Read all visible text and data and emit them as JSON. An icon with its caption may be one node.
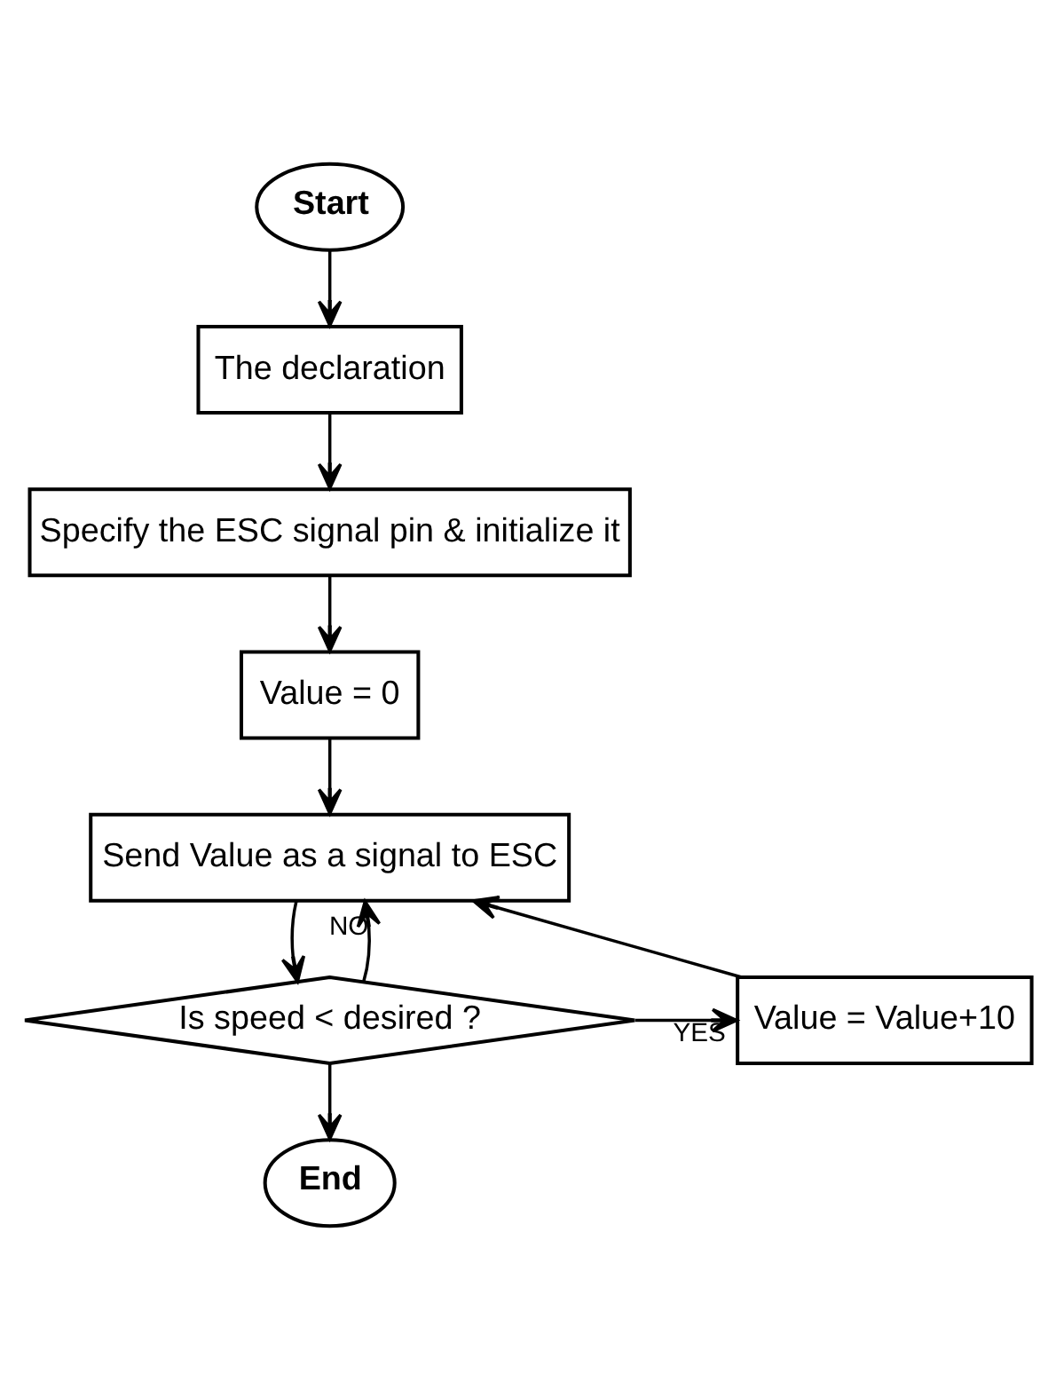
{
  "diagram": {
    "nodes": [
      {
        "text": [
          "Start"
        ]
      },
      {
        "text": [
          "The declaration"
        ]
      },
      {
        "text": [
          "Specify the ESC signal pin & initialize it"
        ]
      },
      {
        "text": [
          "Value = 0"
        ]
      },
      {
        "text": [
          "Send Value as a signal to ESC"
        ]
      },
      {
        "text": [
          "Is speed < desired ?"
        ]
      },
      {
        "text": [
          "Value = Value+10"
        ]
      },
      {
        "text": [
          "End"
        ]
      }
    ],
    "edges": [
      {
        "from": 0,
        "to": 1,
        "arrow": "to"
      },
      {
        "from": 1,
        "to": 2,
        "arrow": "to"
      },
      {
        "from": 2,
        "to": 3,
        "arrow": "to"
      },
      {
        "from": 3,
        "to": 4,
        "arrow": "to"
      },
      {
        "from": 4,
        "to": 5,
        "arrow": "to"
      },
      {
        "from": 5,
        "to": 4,
        "arrow": "to",
        "label": "NO"
      },
      {
        "from": 5,
        "to": 6,
        "arrow": "to",
        "label": "YES"
      },
      {
        "from": 6,
        "to": 4,
        "arrow": "to"
      },
      {
        "from": 5,
        "to": 7,
        "arrow": "to"
      }
    ]
  }
}
